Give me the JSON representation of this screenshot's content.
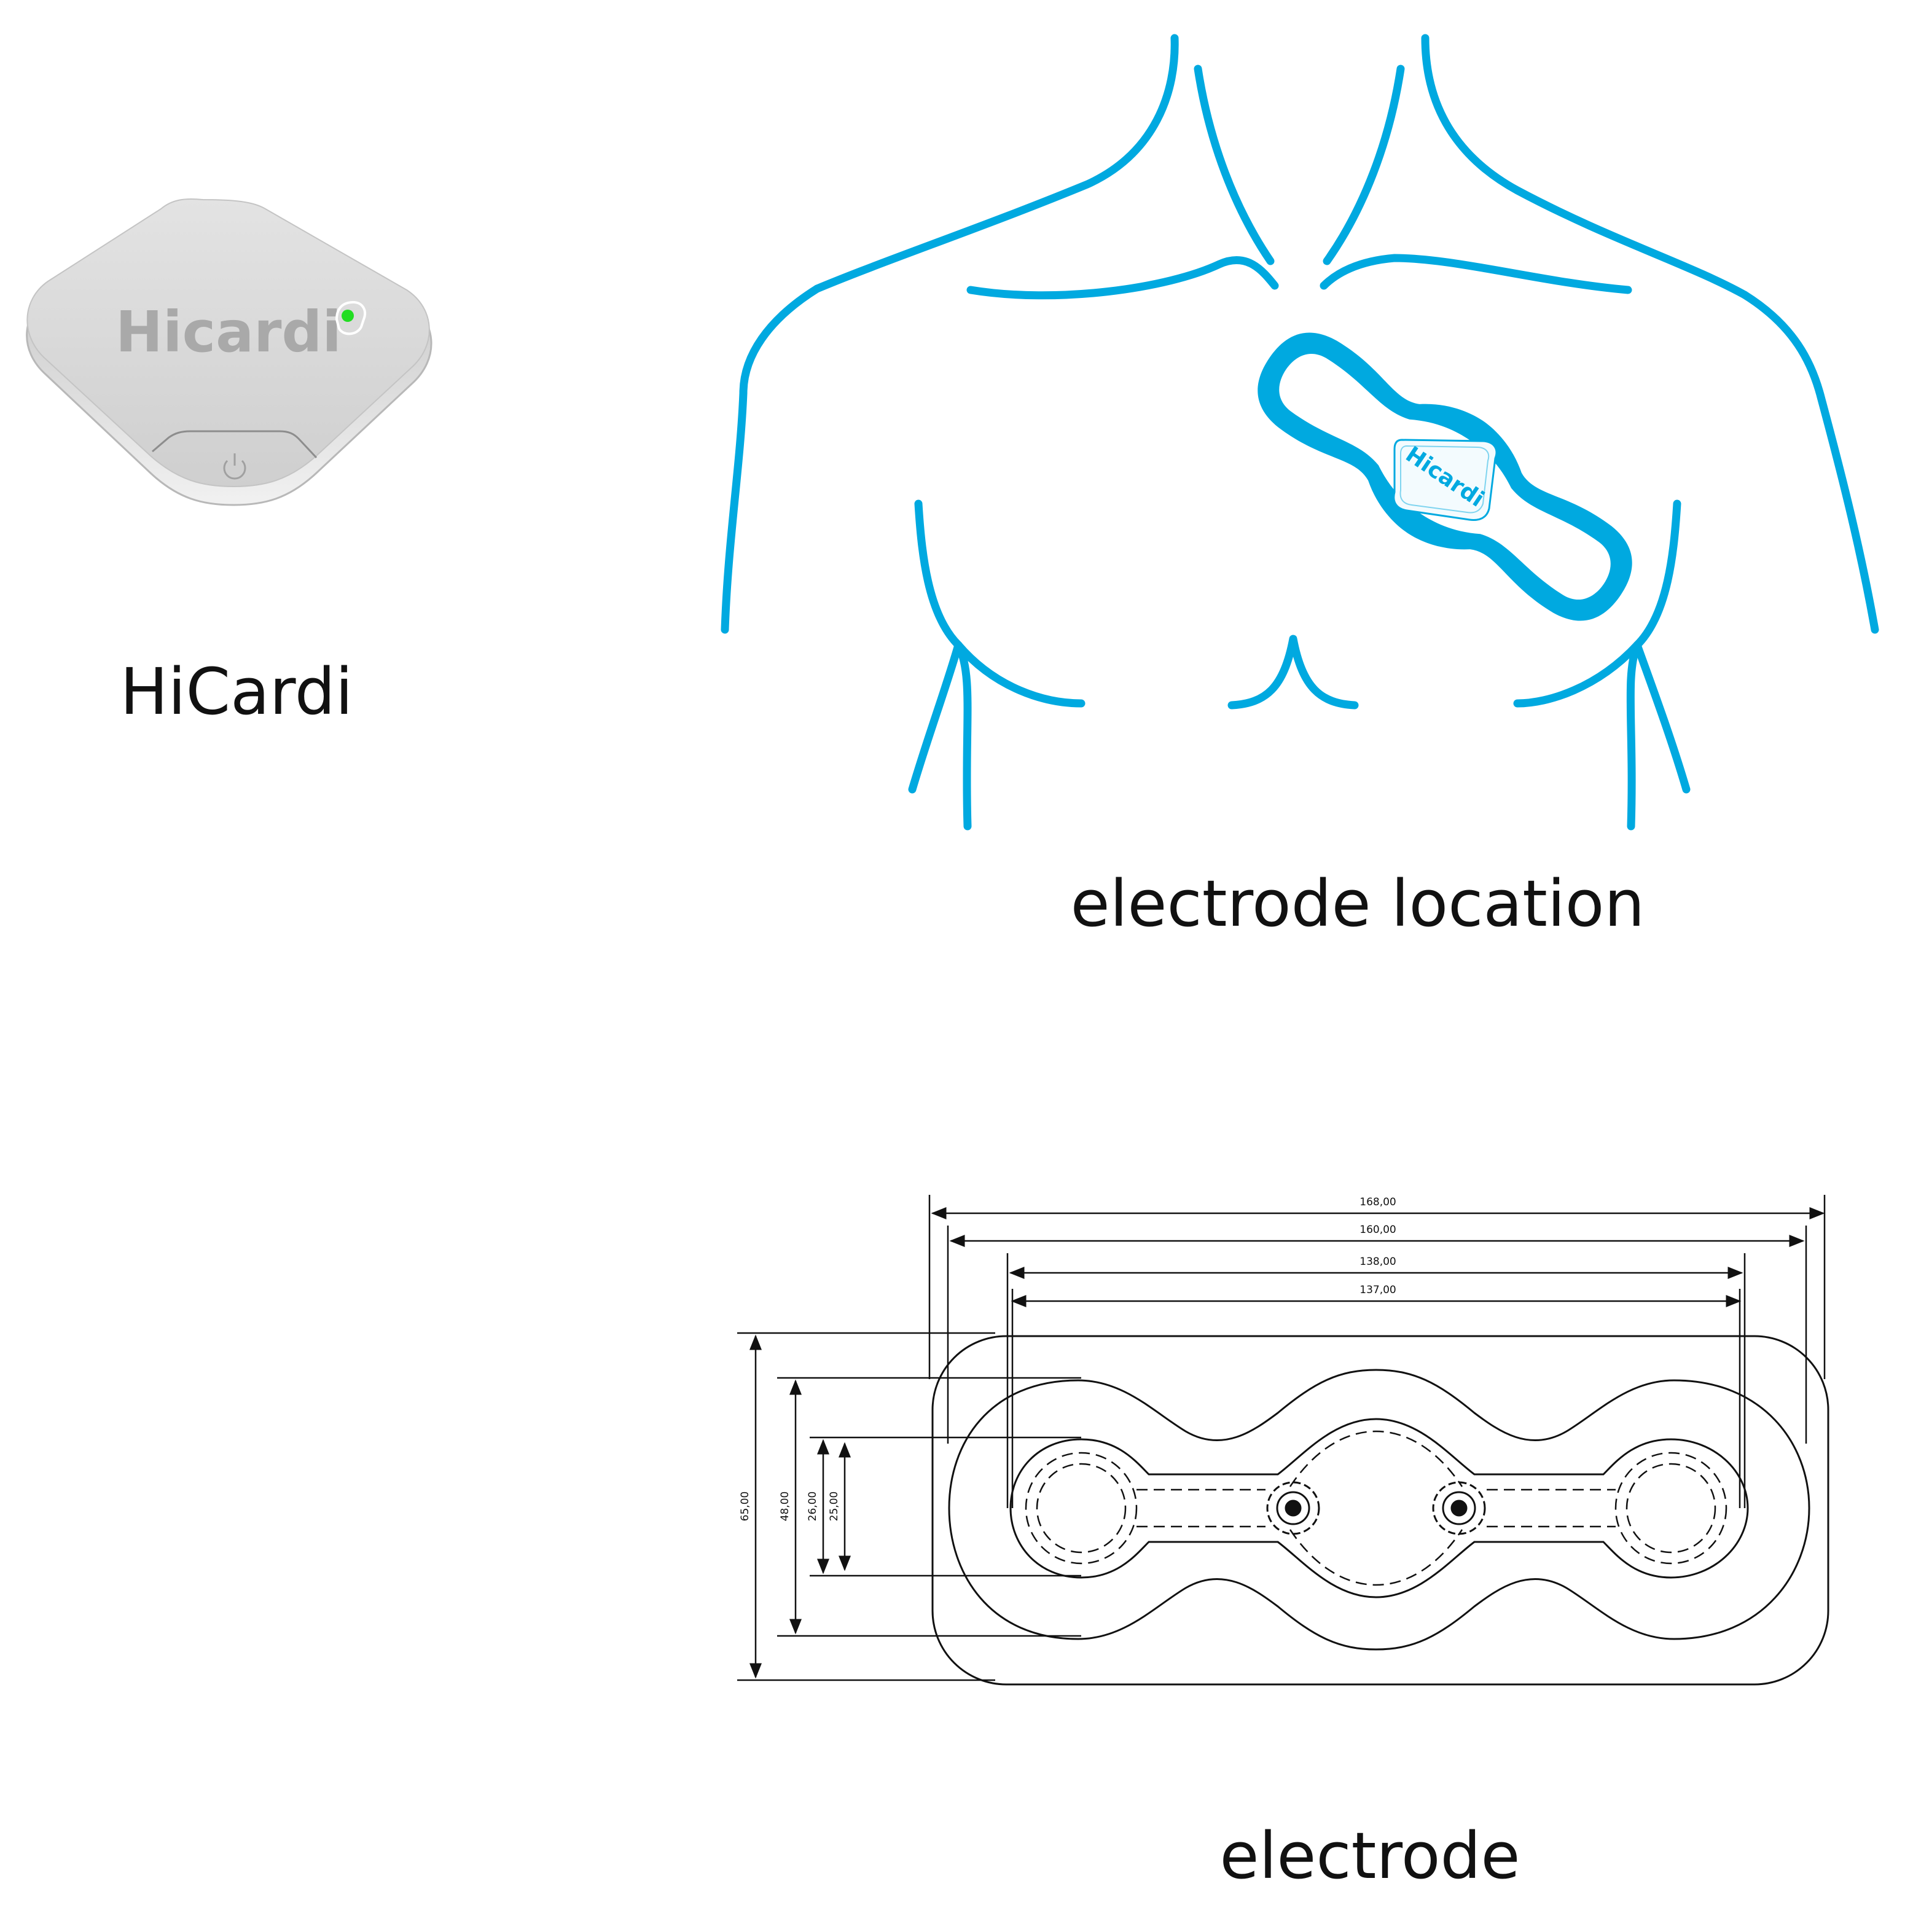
{
  "device": {
    "logo_text": "Hicardi",
    "caption": "HiCardi",
    "led_color": "#22dd22",
    "body_color": "#d3d3d3"
  },
  "location": {
    "caption": "electrode location",
    "line_color": "#00a9e0",
    "patch_logo_text": "Hicardi"
  },
  "electrode": {
    "caption": "electrode",
    "dimensions_horizontal": [
      "168,00",
      "160,00",
      "138,00",
      "137,00"
    ],
    "dimensions_vertical": [
      "65,00",
      "48,00",
      "26,00",
      "25,00"
    ]
  }
}
